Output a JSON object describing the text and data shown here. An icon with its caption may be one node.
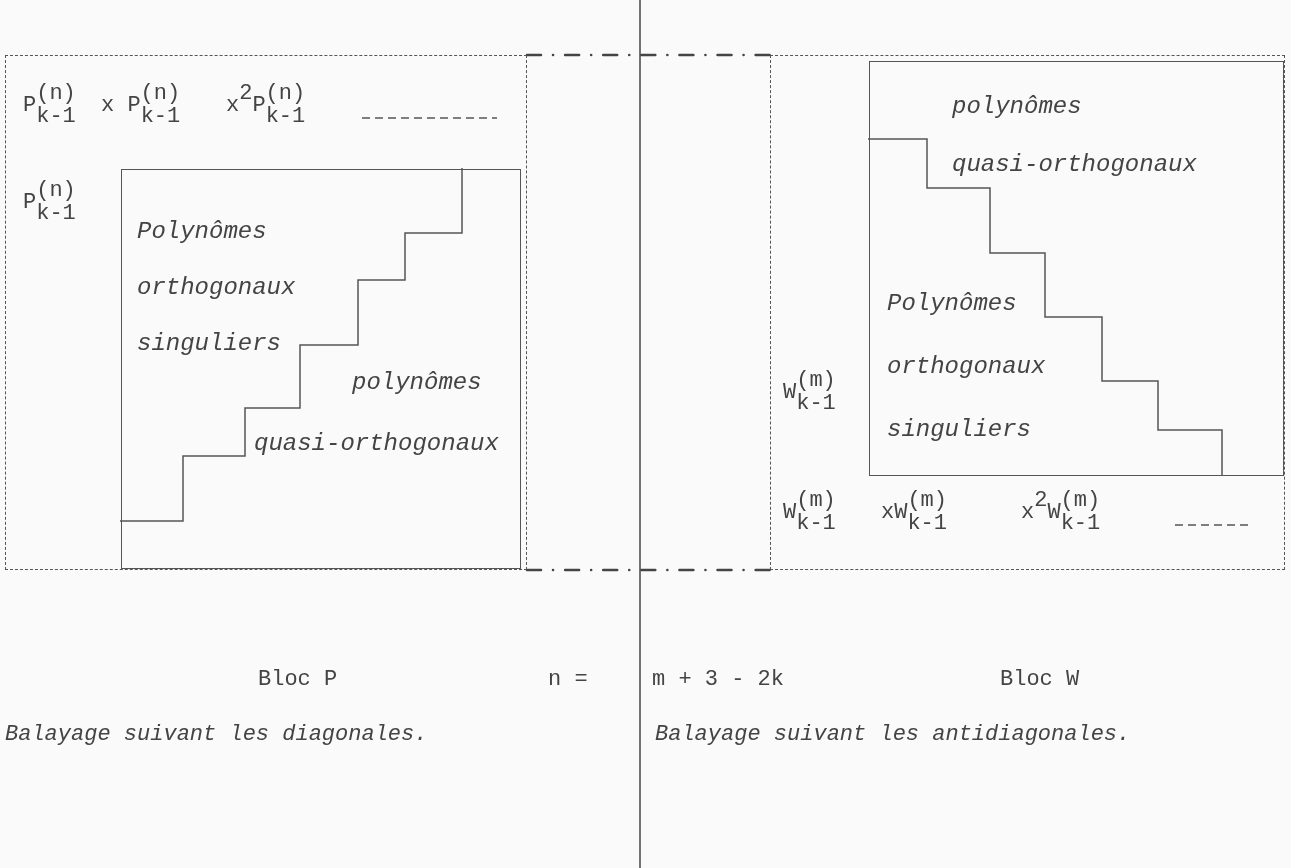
{
  "diagram": {
    "nodes": [
      {
        "text": [
          "P$^{(n)}$$_{k-1}$",
          "x P$^{(n)}$$_{k-1}$",
          "x$^{2}$P$^{(n)}$$_{k-1}$",
          "P$^{(n)}$$_{k-1}$"
        ]
      },
      {
        "text": [
          "Polynômes orthogonaux singuliers",
          "polynômes quasi-orthogonaux"
        ],
        "in": 0
      },
      {
        "text": [
          "W$^{(m)}$$_{k-1}$",
          "W$^{(m)}$$_{k-1}$",
          "xW$^{(m)}$$_{k-1}$",
          "x$^{2}$W$^{(m)}$$_{k-1}$"
        ]
      },
      {
        "text": [
          "polynômes quasi-orthogonaux",
          "Polynômes orthogonaux singuliers"
        ],
        "in": 2
      }
    ],
    "edges": [
      {
        "from": 0,
        "to": 2,
        "arrow": "none",
        "style": "dashed"
      },
      {
        "from": 0,
        "to": 2,
        "arrow": "none",
        "style": "dashed"
      }
    ],
    "labels": [
      "Bloc P",
      "n =",
      "m + 3 - 2k",
      "Bloc W",
      "Balayage suivant les diagonales.",
      "Balayage suivant les antidiagonales."
    ]
  }
}
